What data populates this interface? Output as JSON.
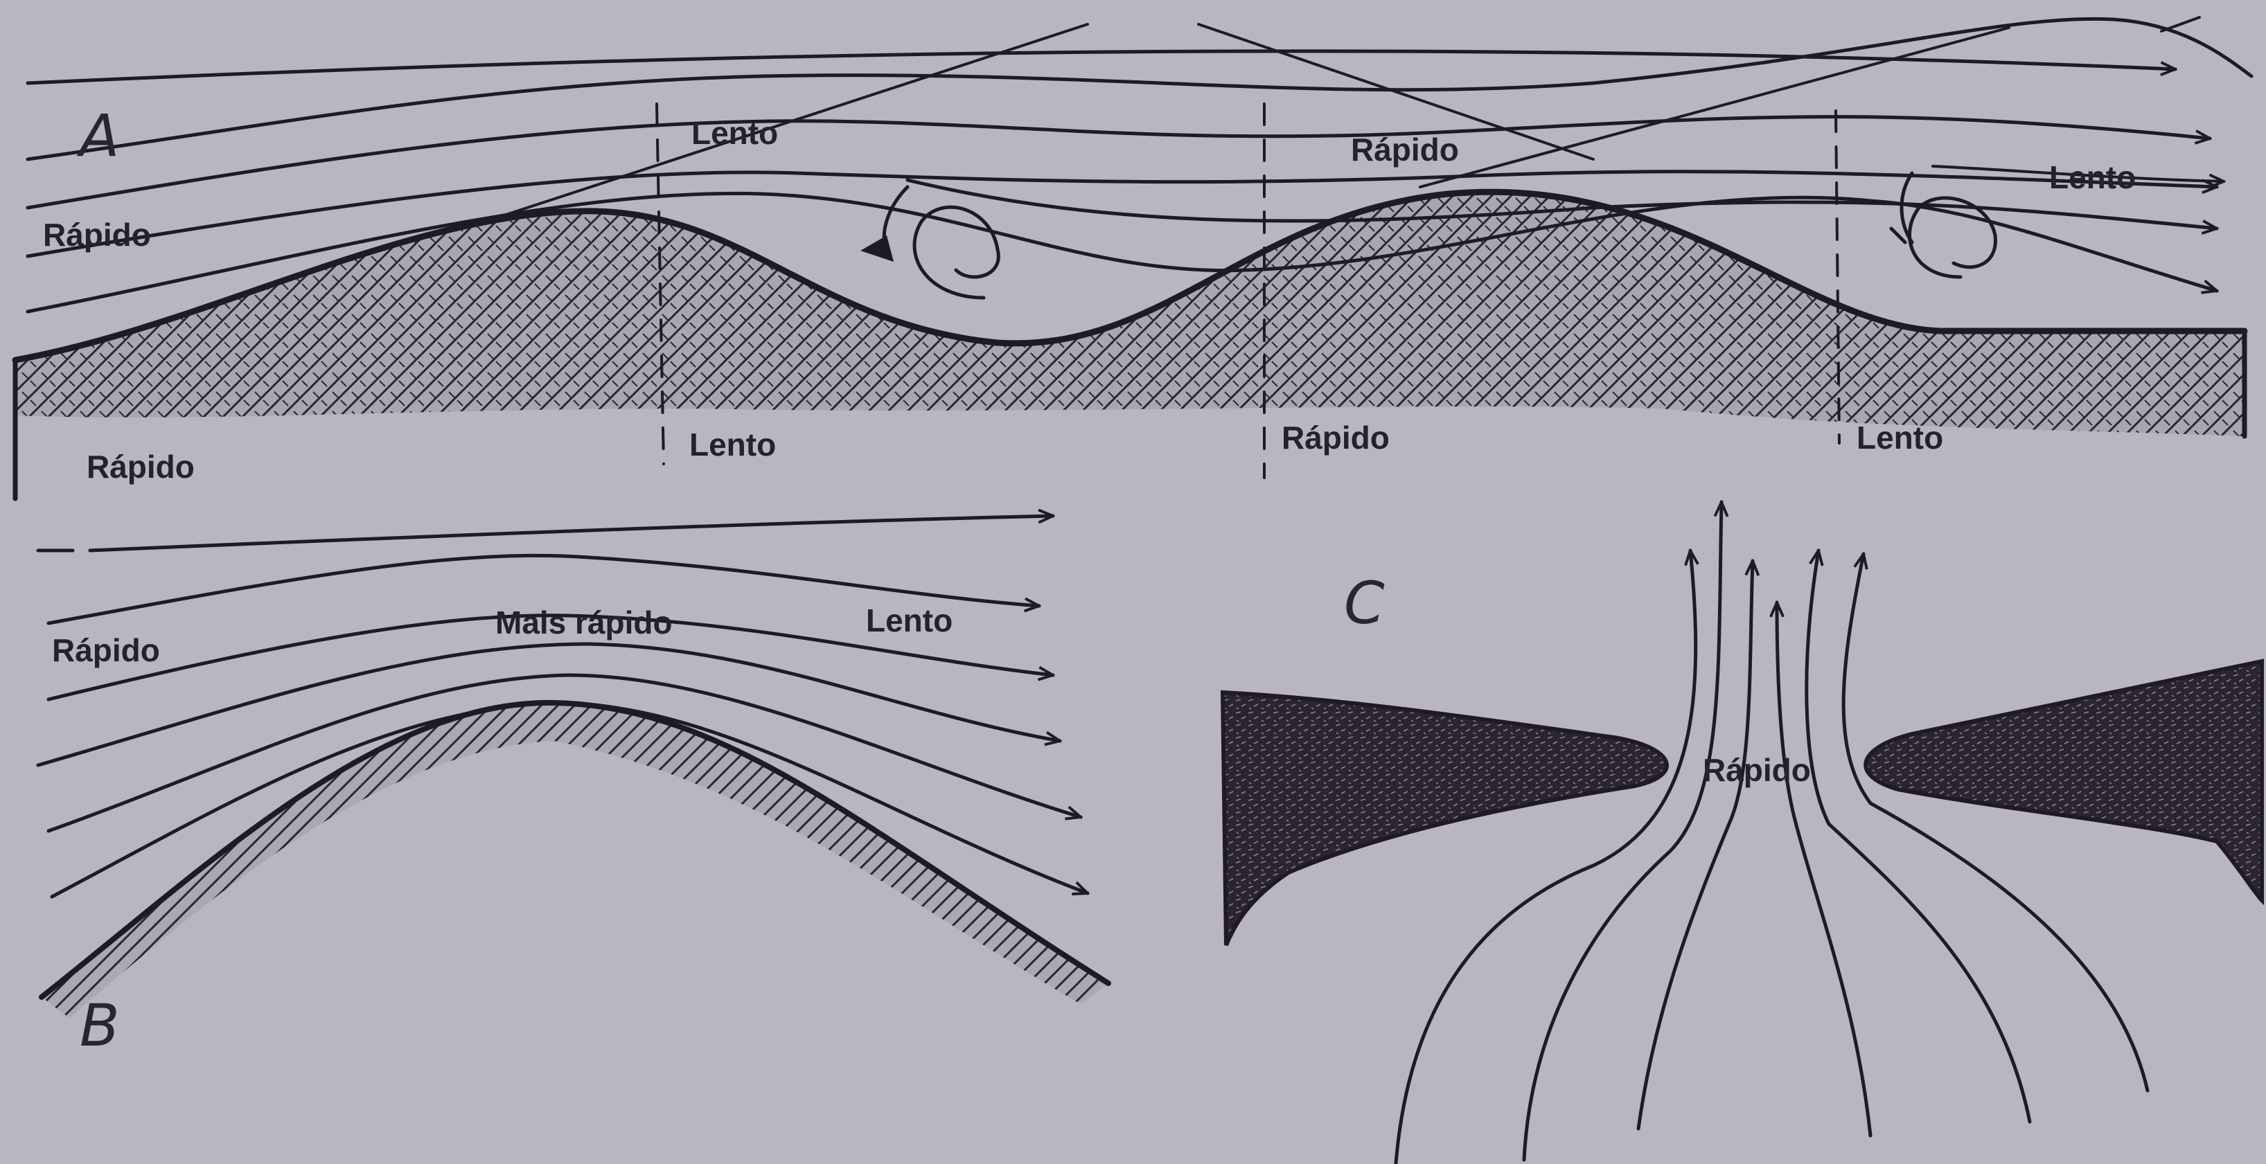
{
  "panels": {
    "a": {
      "letter": "A",
      "labels": {
        "upper_left": "Rápido",
        "crest1": "Lento",
        "between": "Rápido",
        "right": "Lento",
        "below_left": "Rápido",
        "below_crest1": "Lento",
        "below_trough": "Rápido",
        "below_crest2": "Lento"
      }
    },
    "b": {
      "letter": "B",
      "labels": {
        "left": "Rápido",
        "crest": "Mais rápido",
        "right": "Lento"
      }
    },
    "c": {
      "letter": "C",
      "labels": {
        "gap": "Rápido"
      }
    }
  }
}
